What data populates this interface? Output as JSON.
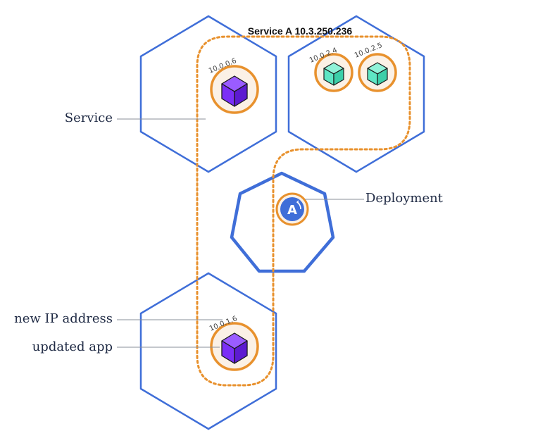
{
  "service": {
    "title": "Service A 10.3.250.236"
  },
  "labels": {
    "service": "Service",
    "deployment": "Deployment",
    "new_ip": "new IP address",
    "updated_app": "updated app"
  },
  "pods": [
    {
      "ip": "10.0.0.6",
      "kind": "purple-cube-icon"
    },
    {
      "ip": "10.0.2.4",
      "kind": "teal-cube-icon"
    },
    {
      "ip": "10.0.2.5",
      "kind": "teal-cube-icon"
    },
    {
      "ip": "10.0.1.6",
      "kind": "purple-cube-icon"
    }
  ],
  "deployment_icon_letter": "A",
  "colors": {
    "node_outline": "#3f6ed8",
    "service_outline": "#e8912d",
    "pod_purple": "#7b2ff7",
    "pod_teal": "#5ee6c4"
  }
}
